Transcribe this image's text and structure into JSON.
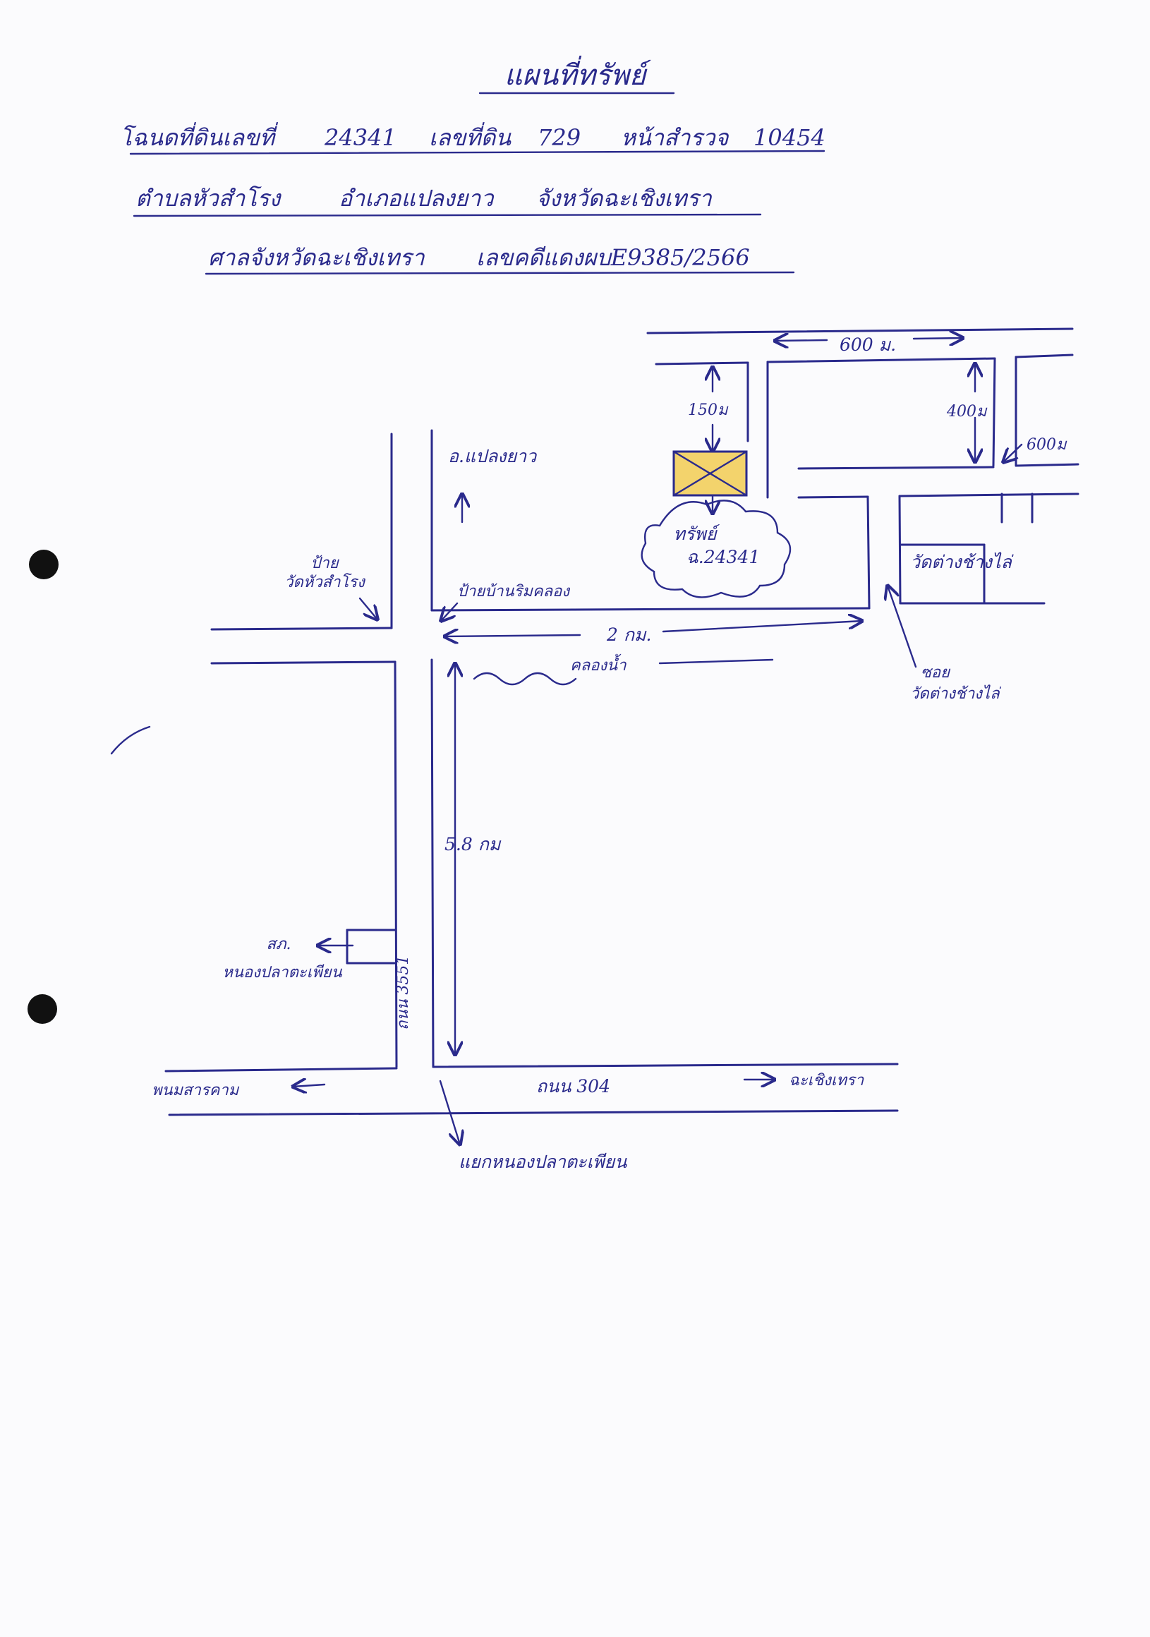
{
  "document": {
    "title": "แผนที่ทรัพย์",
    "deed_line": {
      "deed_label": "โฉนดที่ดินเลขที่",
      "deed_no": "24341",
      "land_no_label": "เลขที่ดิน",
      "land_no": "729",
      "survey_label": "หน้าสำรวจ",
      "survey_no": "10454"
    },
    "location_line": {
      "subdistrict": "ตำบลหัวสำโรง",
      "district": "อำเภอแปลงยาว",
      "province": "จังหวัดฉะเชิงเทรา"
    },
    "court_line": {
      "court": "ศาลจังหวัดฉะเชิงเทรา",
      "case": "เลขคดีแดงผบE9385/2566"
    }
  },
  "map": {
    "labels": {
      "to_plaeng_yao": "อ.แปลงยาว",
      "dist_top": "600 ม.",
      "dist_to_plot": "150ม",
      "dist_right": "400ม",
      "dist_far": "600ม",
      "property_label": "ทรัพย์",
      "property_deed": "ฉ.24341",
      "temple_sign_line1": "ป้าย",
      "temple_sign_line2": "วัดหัวสำโรง",
      "sign_ban_rim_khlong": "ป้ายบ้านริมคลอง",
      "dist_2km": "2 กม.",
      "canal": "คลองน้ำ",
      "temple_right": "วัดต่างช้างไล่",
      "soi_line1": "ซอย",
      "soi_line2": "วัดต่างช้างไล่",
      "dist_5_8km": "5.8 กม",
      "police_line1": "สภ.",
      "police_line2": "หนองปลาตะเพียน",
      "road_3551": "ถนน 3551",
      "to_phanom_sarakham": "พนมสารคาม",
      "road_304": "ถนน 304",
      "to_chachoengsao": "ฉะเชิงเทรา",
      "junction": "แยกหนองปลาตะเพียน"
    },
    "property_marker": {
      "fill": "#f3d36c",
      "icon": "x-cross-icon"
    },
    "colors": {
      "ink": "#2a2a8c",
      "paper": "#fbfbfd",
      "punch_hole": "#111111"
    }
  }
}
